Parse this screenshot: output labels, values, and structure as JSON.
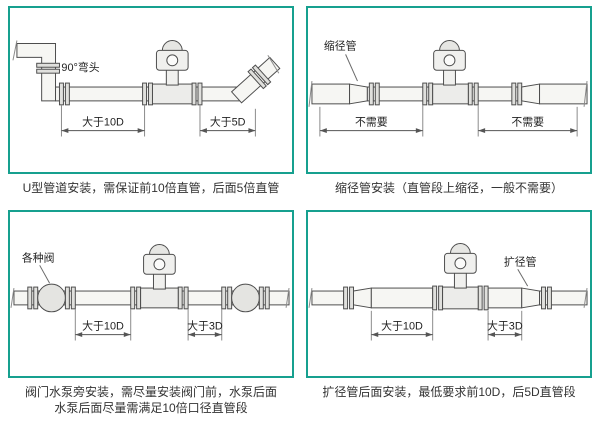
{
  "accent_color": "#16a08f",
  "panels": {
    "p1": {
      "caption": "U型管道安装，需保证前10倍直管，后面5倍直管",
      "part_label": "90°弯头",
      "dim_left": "大于10D",
      "dim_right": "大于5D"
    },
    "p2": {
      "caption": "缩径管安装（直管段上缩径，一般不需要）",
      "part_label": "缩径管",
      "dim_left": "不需要",
      "dim_right": "不需要"
    },
    "p3": {
      "caption_line1": "阀门水泵旁安装，需尽量安装阀门前，水泵后面",
      "caption_line2": "水泵后面尽量需满足10倍口径直管段",
      "part_label": "各种阀",
      "dim_left": "大于10D",
      "dim_right": "大于3D"
    },
    "p4": {
      "caption": "扩径管后面安装，最低要求前10D，后5D直管段",
      "part_label": "扩径管",
      "dim_left": "大于10D",
      "dim_right": "大于3D"
    }
  }
}
